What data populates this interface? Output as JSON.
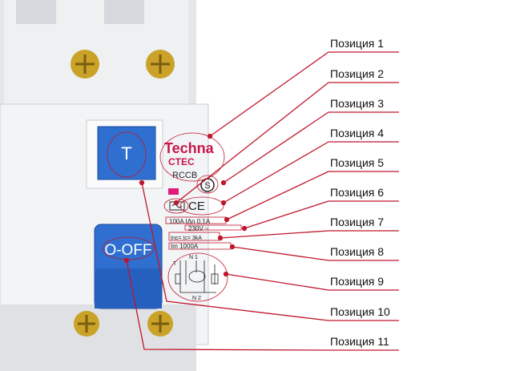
{
  "device": {
    "brand": "Techna",
    "sub_brand": "CTEC",
    "type": "RCCB",
    "test_button": "T",
    "lever": "O-OFF",
    "rating": "100A IΔn 0,1A",
    "voltage": "230V ~",
    "short_circuit": "Inc= Ic= 3kA",
    "im": "Im 1000A",
    "s_mark": "S",
    "ce_mark": "CE",
    "diagram_top": "N 1",
    "diagram_bottom": "N 2",
    "diagram_t": "T"
  },
  "colors": {
    "annotation": "#c0162c",
    "switch": "#2f6fd0",
    "brand": "#c8174a"
  },
  "labels": [
    "Позиция 1",
    "Позиция 2",
    "Позиция 3",
    "Позиция 4",
    "Позиция 5",
    "Позиция 6",
    "Позиция 7",
    "Позиция 8",
    "Позиция 9",
    "Позиция 10",
    "Позиция 11"
  ]
}
